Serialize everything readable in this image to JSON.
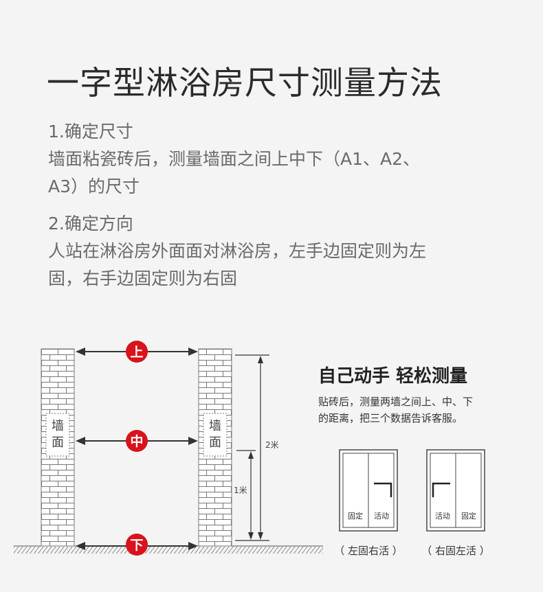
{
  "title": "一字型淋浴房尺寸测量方法",
  "steps": [
    {
      "heading": "1.确定尺寸",
      "lines": [
        "墙面粘瓷砖后，测量墙面之间上中下（A1、A2、",
        "A3）的尺寸"
      ]
    },
    {
      "heading": "2.确定方向",
      "lines": [
        "人站在淋浴房外面面对淋浴房，左手边固定则为左",
        "固，右手边固定则为右固"
      ]
    }
  ],
  "diagram": {
    "wall_label": [
      "墙",
      "面"
    ],
    "markers": {
      "top": "上",
      "middle": "中",
      "bottom": "下"
    },
    "dim_2m": "2米",
    "dim_1m": "1米",
    "colors": {
      "marker": "#d8131b",
      "brick": "#777777",
      "line": "#333333"
    }
  },
  "info": {
    "heading": "自己动手 轻松测量",
    "lines": [
      "贴砖后，测量两墙之间上、中、下",
      "的距离，把三个数据告诉客服。"
    ]
  },
  "doors": [
    {
      "left_panel": "固定",
      "right_panel": "活动",
      "handle_side": "right",
      "caption": "（ 左固右活 ）"
    },
    {
      "left_panel": "活动",
      "right_panel": "固定",
      "handle_side": "left",
      "caption": "（ 右固左活 ）"
    }
  ]
}
